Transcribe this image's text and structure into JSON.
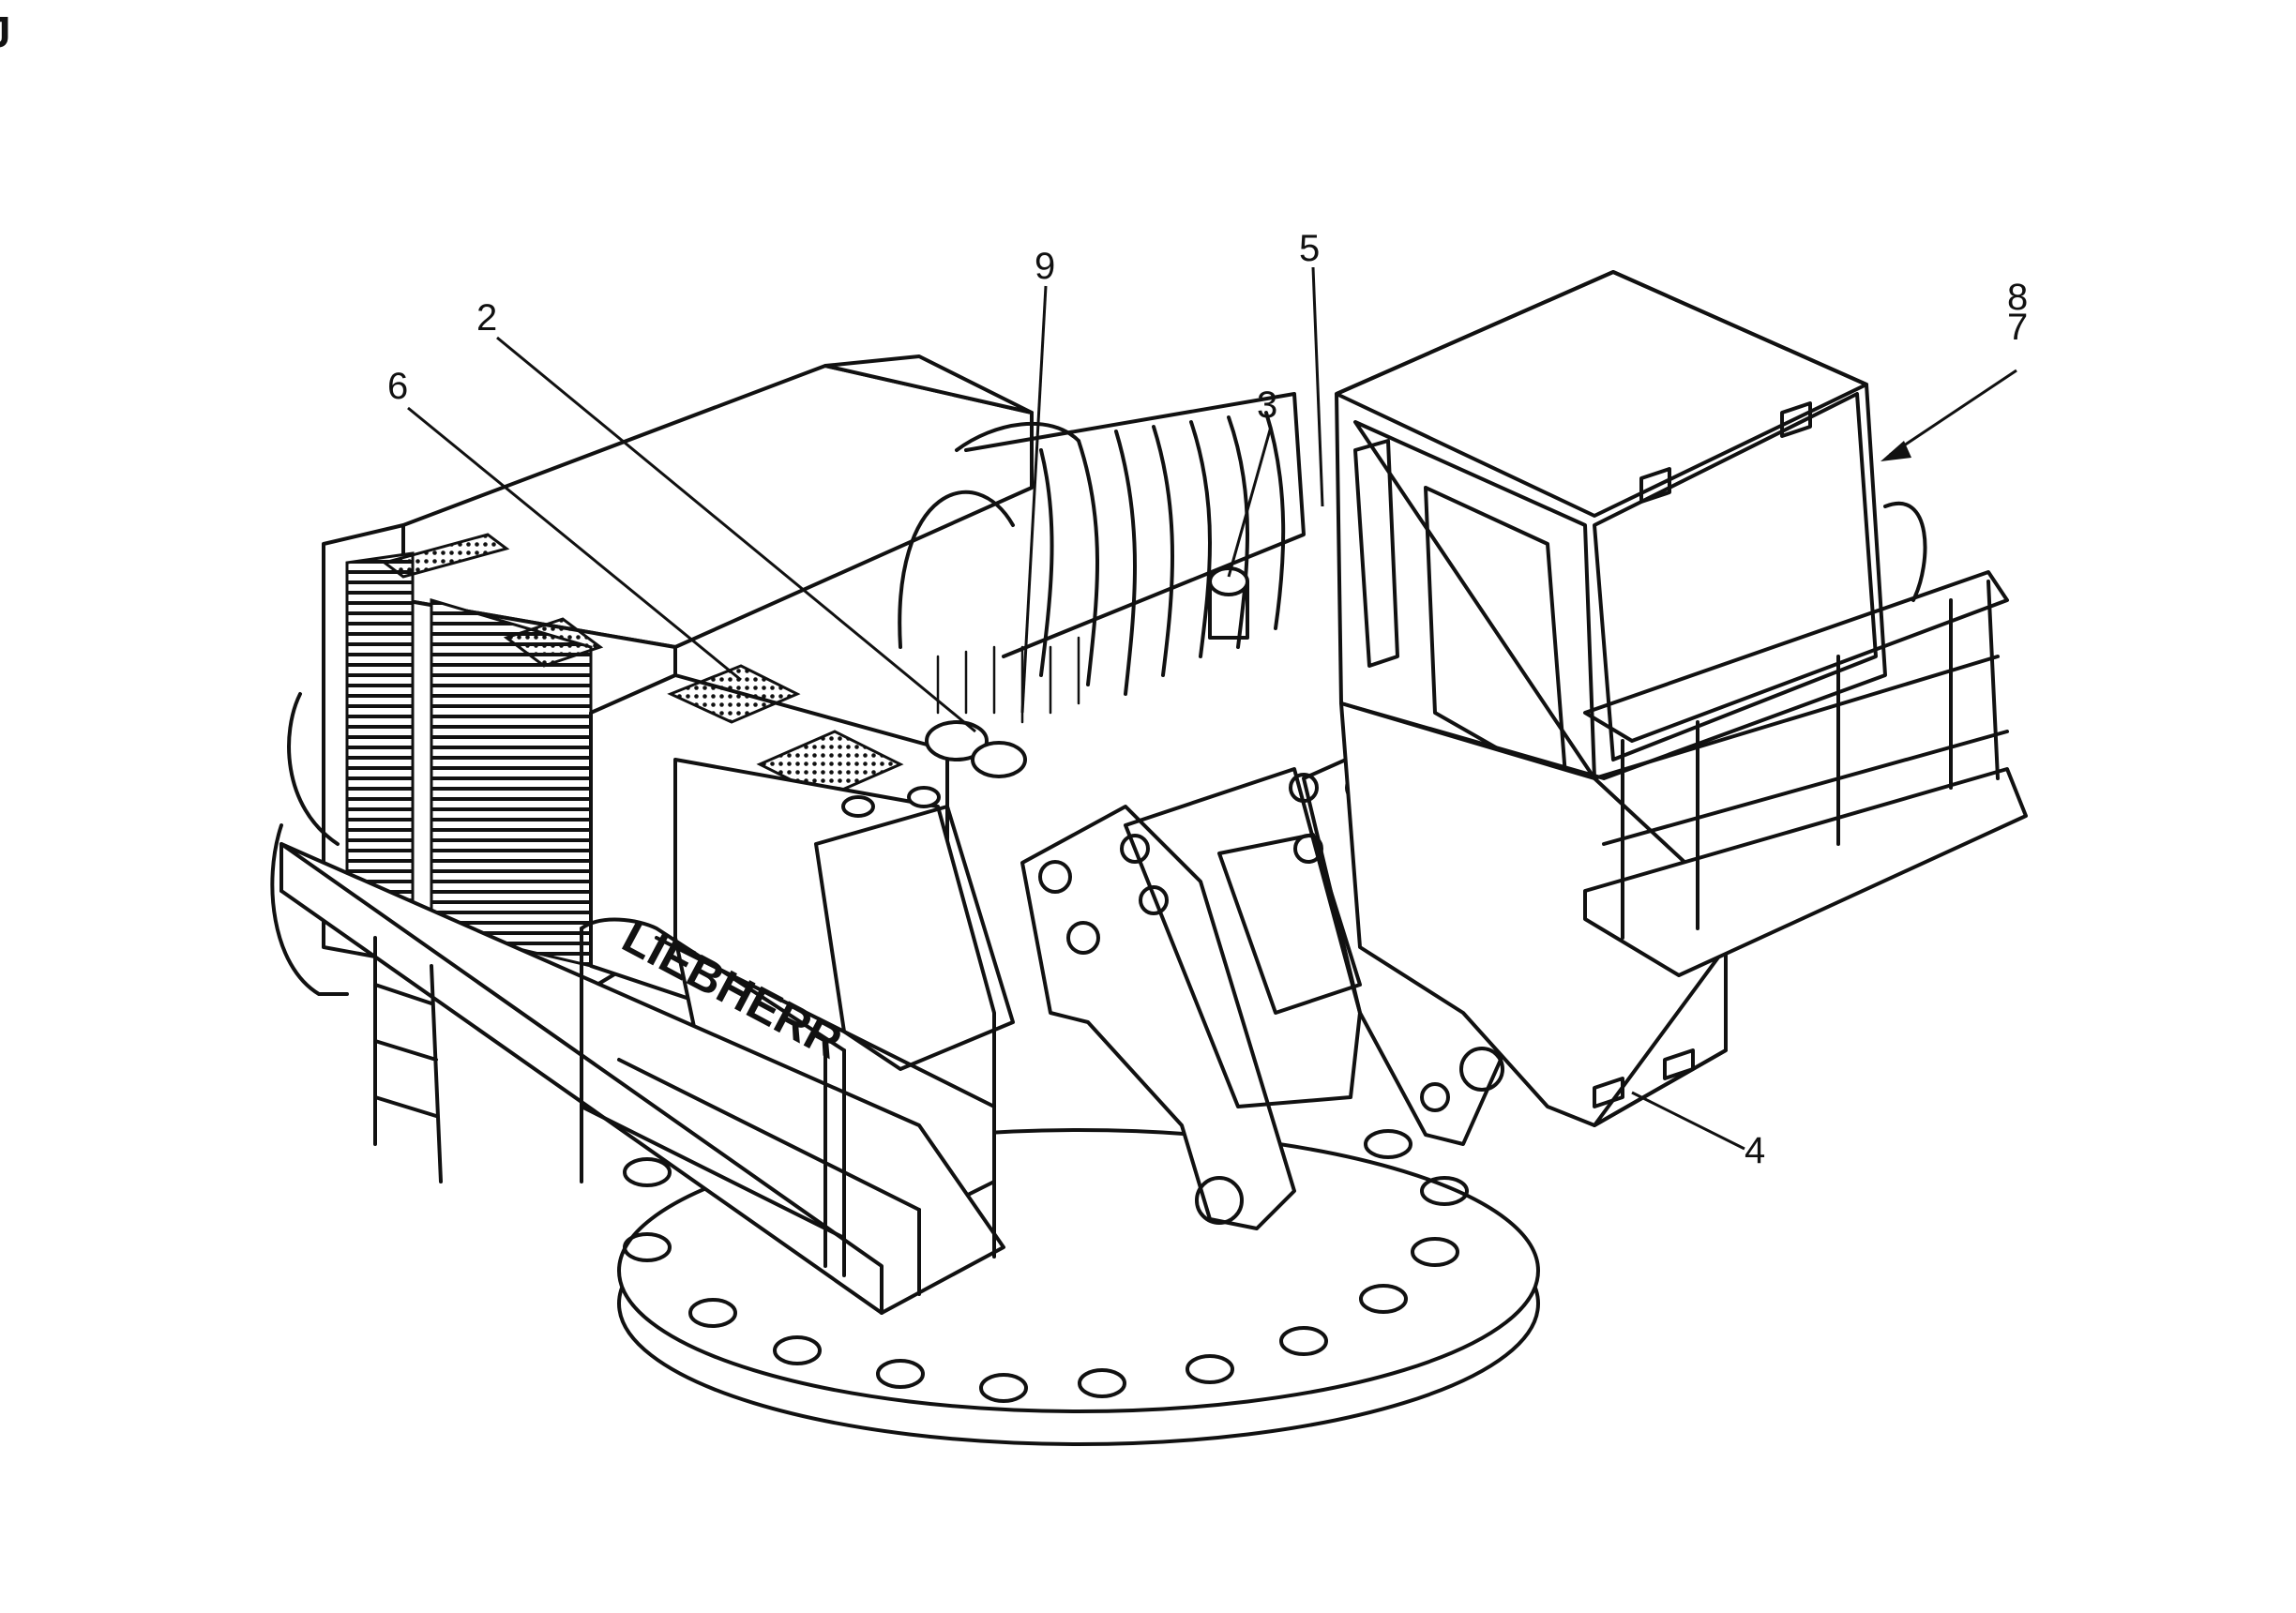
{
  "figure": {
    "corner_mark": "J",
    "brand_text": "LIEBHERR",
    "callouts": [
      "2",
      "6",
      "9",
      "5",
      "3",
      "8",
      "7",
      "4"
    ]
  }
}
